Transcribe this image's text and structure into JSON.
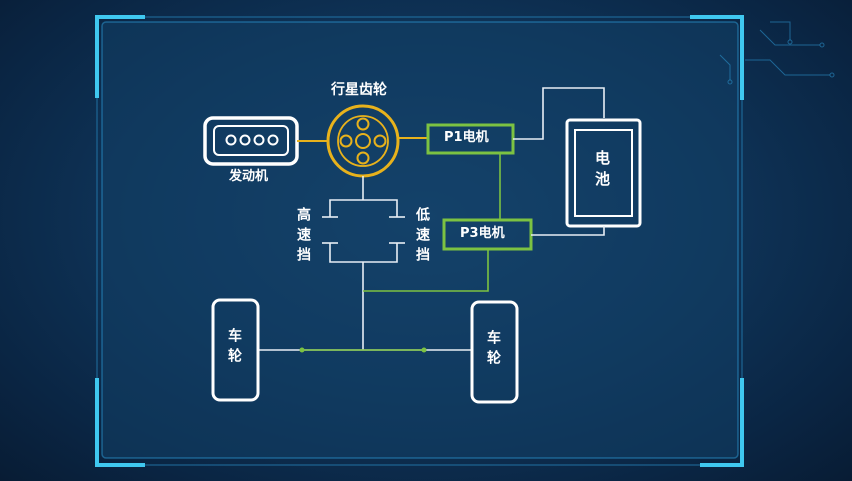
{
  "diagram": {
    "planetary_gear_label": "行星齿轮",
    "engine_label": "发动机",
    "p1_motor_label": "P1电机",
    "p3_motor_label": "P3电机",
    "battery_label": "电池",
    "high_gear_label": "高速挡",
    "low_gear_label": "低速挡",
    "wheel_left_label": "车轮",
    "wheel_right_label": "车轮"
  },
  "colors": {
    "frame_cyan": "#3fc8f0",
    "panel_border": "#2a8fc8",
    "gear_gold": "#e8b21c",
    "motor_green": "#7cc242",
    "line_white": "#e8eef5",
    "line_green": "#7cc242"
  },
  "icons": [
    "engine-icon",
    "planetary-gear-icon",
    "battery-icon",
    "clutch-icon",
    "wheel-icon"
  ]
}
